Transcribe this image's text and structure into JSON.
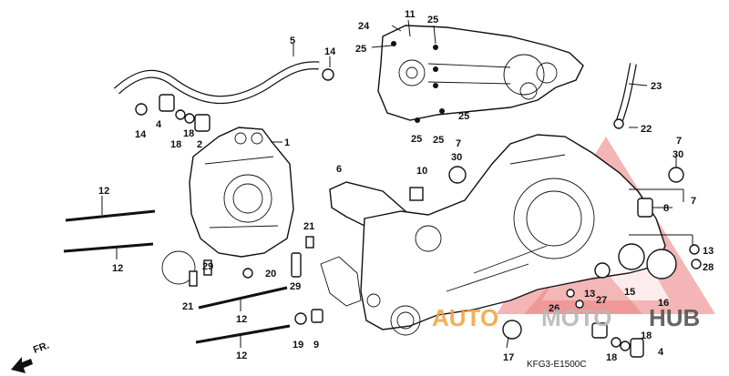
{
  "diagram": {
    "code": "KFG3-E1500C",
    "direction_label": "FR.",
    "callouts": [
      {
        "id": "c1",
        "text": "1"
      },
      {
        "id": "c2",
        "text": "2"
      },
      {
        "id": "c4a",
        "text": "4"
      },
      {
        "id": "c4b",
        "text": "4"
      },
      {
        "id": "c5",
        "text": "5"
      },
      {
        "id": "c6",
        "text": "6"
      },
      {
        "id": "c7a",
        "text": "7"
      },
      {
        "id": "c7b",
        "text": "7"
      },
      {
        "id": "c7c",
        "text": "7"
      },
      {
        "id": "c8",
        "text": "8"
      },
      {
        "id": "c9",
        "text": "9"
      },
      {
        "id": "c10",
        "text": "10"
      },
      {
        "id": "c11",
        "text": "11"
      },
      {
        "id": "c12a",
        "text": "12"
      },
      {
        "id": "c12b",
        "text": "12"
      },
      {
        "id": "c12c",
        "text": "12"
      },
      {
        "id": "c12d",
        "text": "12"
      },
      {
        "id": "c13a",
        "text": "13"
      },
      {
        "id": "c13b",
        "text": "13"
      },
      {
        "id": "c14a",
        "text": "14"
      },
      {
        "id": "c14b",
        "text": "14"
      },
      {
        "id": "c15",
        "text": "15"
      },
      {
        "id": "c16",
        "text": "16"
      },
      {
        "id": "c17",
        "text": "17"
      },
      {
        "id": "c18a",
        "text": "18"
      },
      {
        "id": "c18b",
        "text": "18"
      },
      {
        "id": "c18c",
        "text": "18"
      },
      {
        "id": "c18d",
        "text": "18"
      },
      {
        "id": "c19",
        "text": "19"
      },
      {
        "id": "c20",
        "text": "20"
      },
      {
        "id": "c21a",
        "text": "21"
      },
      {
        "id": "c21b",
        "text": "21"
      },
      {
        "id": "c22",
        "text": "22"
      },
      {
        "id": "c23",
        "text": "23"
      },
      {
        "id": "c24",
        "text": "24"
      },
      {
        "id": "c25a",
        "text": "25"
      },
      {
        "id": "c25b",
        "text": "25"
      },
      {
        "id": "c25c",
        "text": "25"
      },
      {
        "id": "c25d",
        "text": "25"
      },
      {
        "id": "c25e",
        "text": "25"
      },
      {
        "id": "c26",
        "text": "26"
      },
      {
        "id": "c27",
        "text": "27"
      },
      {
        "id": "c28",
        "text": "28"
      },
      {
        "id": "c29a",
        "text": "29"
      },
      {
        "id": "c29b",
        "text": "29"
      },
      {
        "id": "c30a",
        "text": "30"
      },
      {
        "id": "c30b",
        "text": "30"
      }
    ]
  },
  "watermark": {
    "text_a": "AUTO",
    "text_b": "MOTO",
    "text_c": "HUB",
    "color_a": "#f2a23a",
    "color_b": "#b8b8b8",
    "color_c": "#555555",
    "logo_color": "#e24a4a"
  }
}
